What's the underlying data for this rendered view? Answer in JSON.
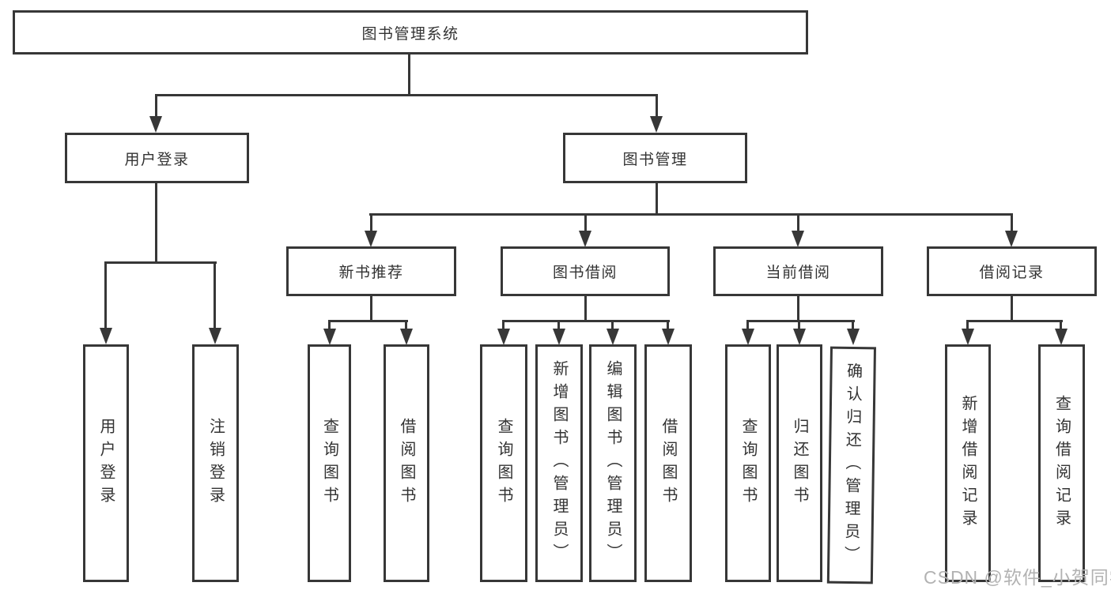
{
  "title": "图书管理系统",
  "watermark": "CSDN @软件_小贺同学",
  "colors": {
    "line": "#373737",
    "text": "#333333",
    "box_background": "#ffffff",
    "page_background": "#ffffff",
    "watermark": "#b2b2b2"
  },
  "nodes": {
    "root": "图书管理系统",
    "level2": {
      "user_login": "用户登录",
      "book_management": "图书管理"
    },
    "level3": {
      "new_book_recommend": "新书推荐",
      "book_borrowing": "图书借阅",
      "current_borrowing": "当前借阅",
      "borrowing_records": "借阅记录"
    },
    "leaves": {
      "user_login": "用户登录",
      "logout": "注销登录",
      "recommend_query_books": "查询图书",
      "recommend_borrow_books": "借阅图书",
      "borrowing_query_books": "查询图书",
      "borrowing_add_books": "新增图书（管理员）",
      "borrowing_edit_books": "编辑图书（管理员）",
      "borrowing_borrow_books": "借阅图书",
      "current_query_books": "查询图书",
      "current_return_books": "归还图书",
      "current_confirm_return": "确认归还（管理员）",
      "records_add_record": "新增借阅记录",
      "records_query_record": "查询借阅记录"
    }
  },
  "hierarchy": {
    "图书管理系统": [
      "用户登录",
      "图书管理"
    ],
    "用户登录": [
      "用户登录",
      "注销登录"
    ],
    "图书管理": [
      "新书推荐",
      "图书借阅",
      "当前借阅",
      "借阅记录"
    ],
    "新书推荐": [
      "查询图书",
      "借阅图书"
    ],
    "图书借阅": [
      "查询图书",
      "新增图书（管理员）",
      "编辑图书（管理员）",
      "借阅图书"
    ],
    "当前借阅": [
      "查询图书",
      "归还图书",
      "确认归还（管理员）"
    ],
    "借阅记录": [
      "新增借阅记录",
      "查询借阅记录"
    ]
  }
}
